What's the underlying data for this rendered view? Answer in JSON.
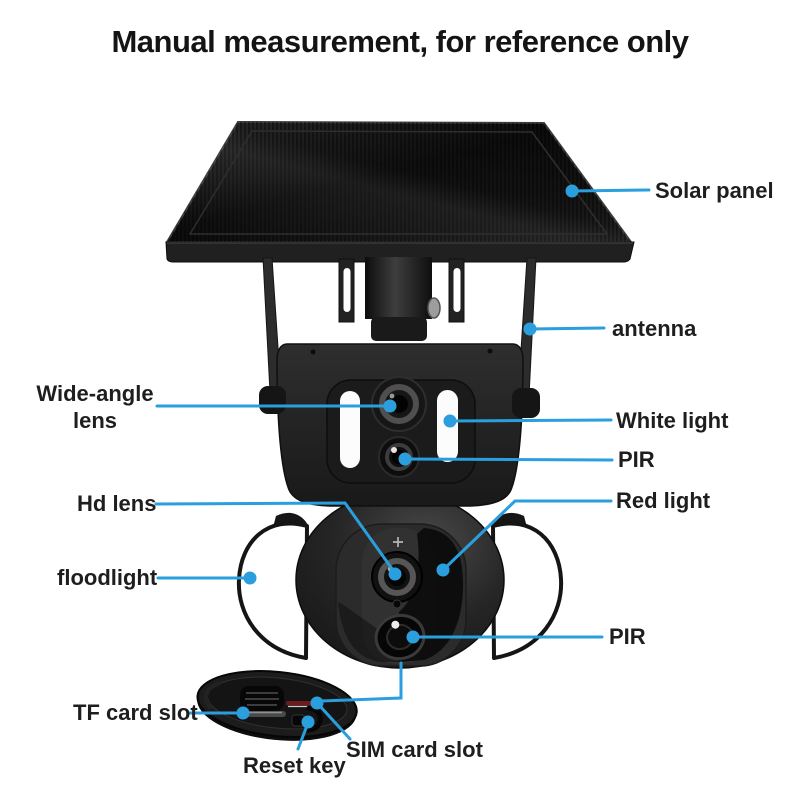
{
  "title": "Manual measurement, for reference only",
  "accent_color": "#2b9fdd",
  "callouts": {
    "solar_panel": "Solar panel",
    "antenna": "antenna",
    "wide_angle_lens": "Wide-angle lens",
    "white_light": "White light",
    "pir_top": "PIR",
    "red_light": "Red light",
    "hd_lens": "Hd lens",
    "floodlight": "floodlight",
    "pir_bottom": "PIR",
    "tf_card_slot": "TF card slot",
    "sim_card_slot": "SIM card slot",
    "reset_key": "Reset key"
  }
}
